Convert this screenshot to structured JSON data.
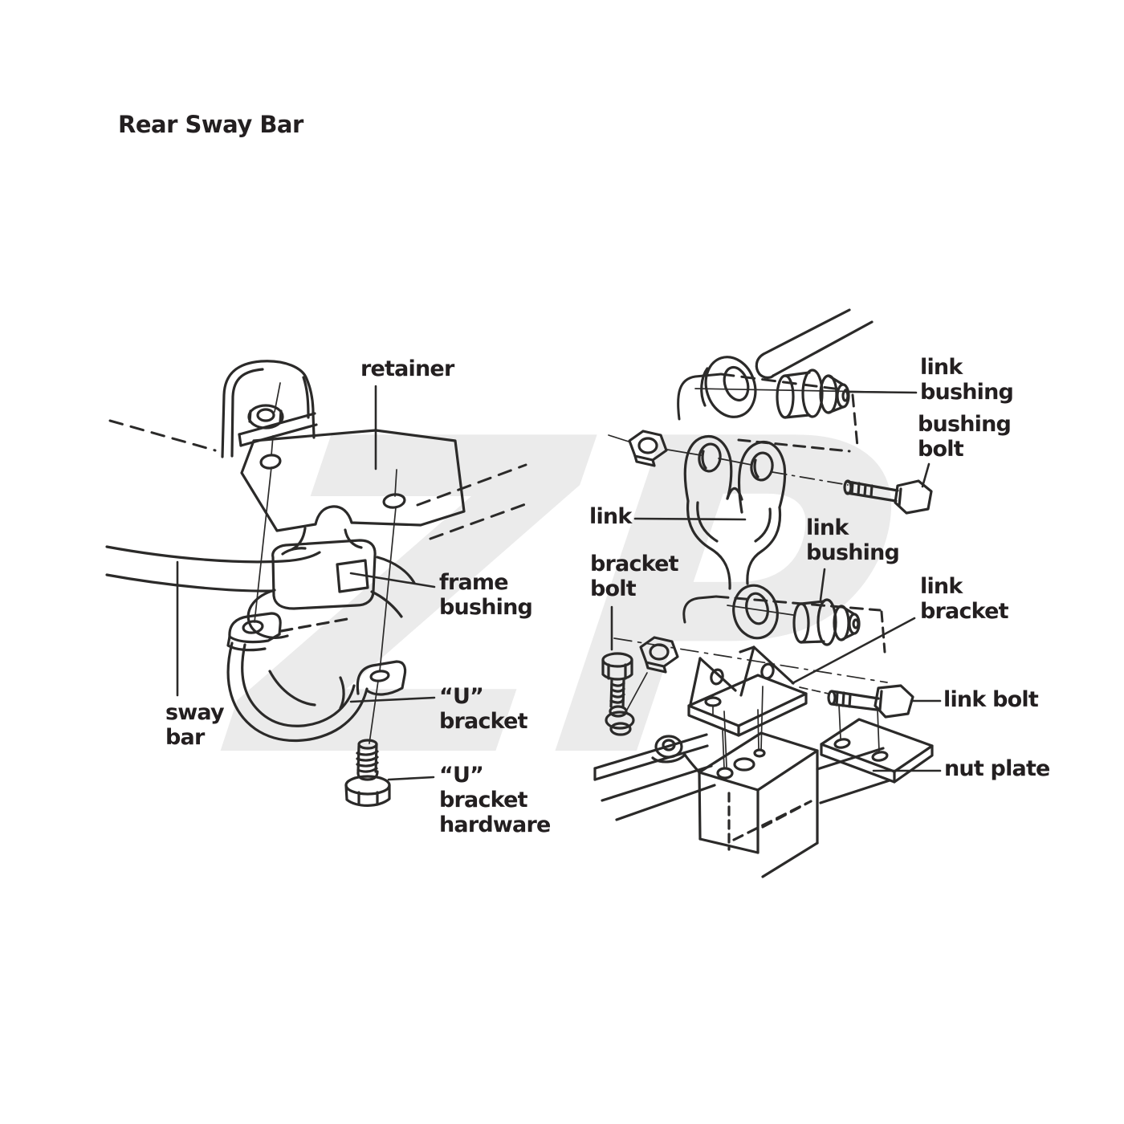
{
  "title": "Rear Sway Bar",
  "watermark": "ZP",
  "colors": {
    "background": "#ffffff",
    "line": "#2b2a29",
    "text": "#231f20",
    "watermark": "#ebebeb"
  },
  "labels": {
    "retainer": "retainer",
    "frame_bushing": "frame\nbushing",
    "sway_bar": "sway\nbar",
    "u_bracket": "“U”\nbracket",
    "u_bracket_hardware": "“U”\nbracket\nhardware",
    "link_bushing_top": "link\nbushing",
    "bushing_bolt": "bushing\nbolt",
    "link": "link",
    "bracket_bolt": "bracket\nbolt",
    "link_bushing_lower": "link\nbushing",
    "link_bracket": "link\nbracket",
    "link_bolt": "link bolt",
    "nut_plate": "nut plate"
  }
}
